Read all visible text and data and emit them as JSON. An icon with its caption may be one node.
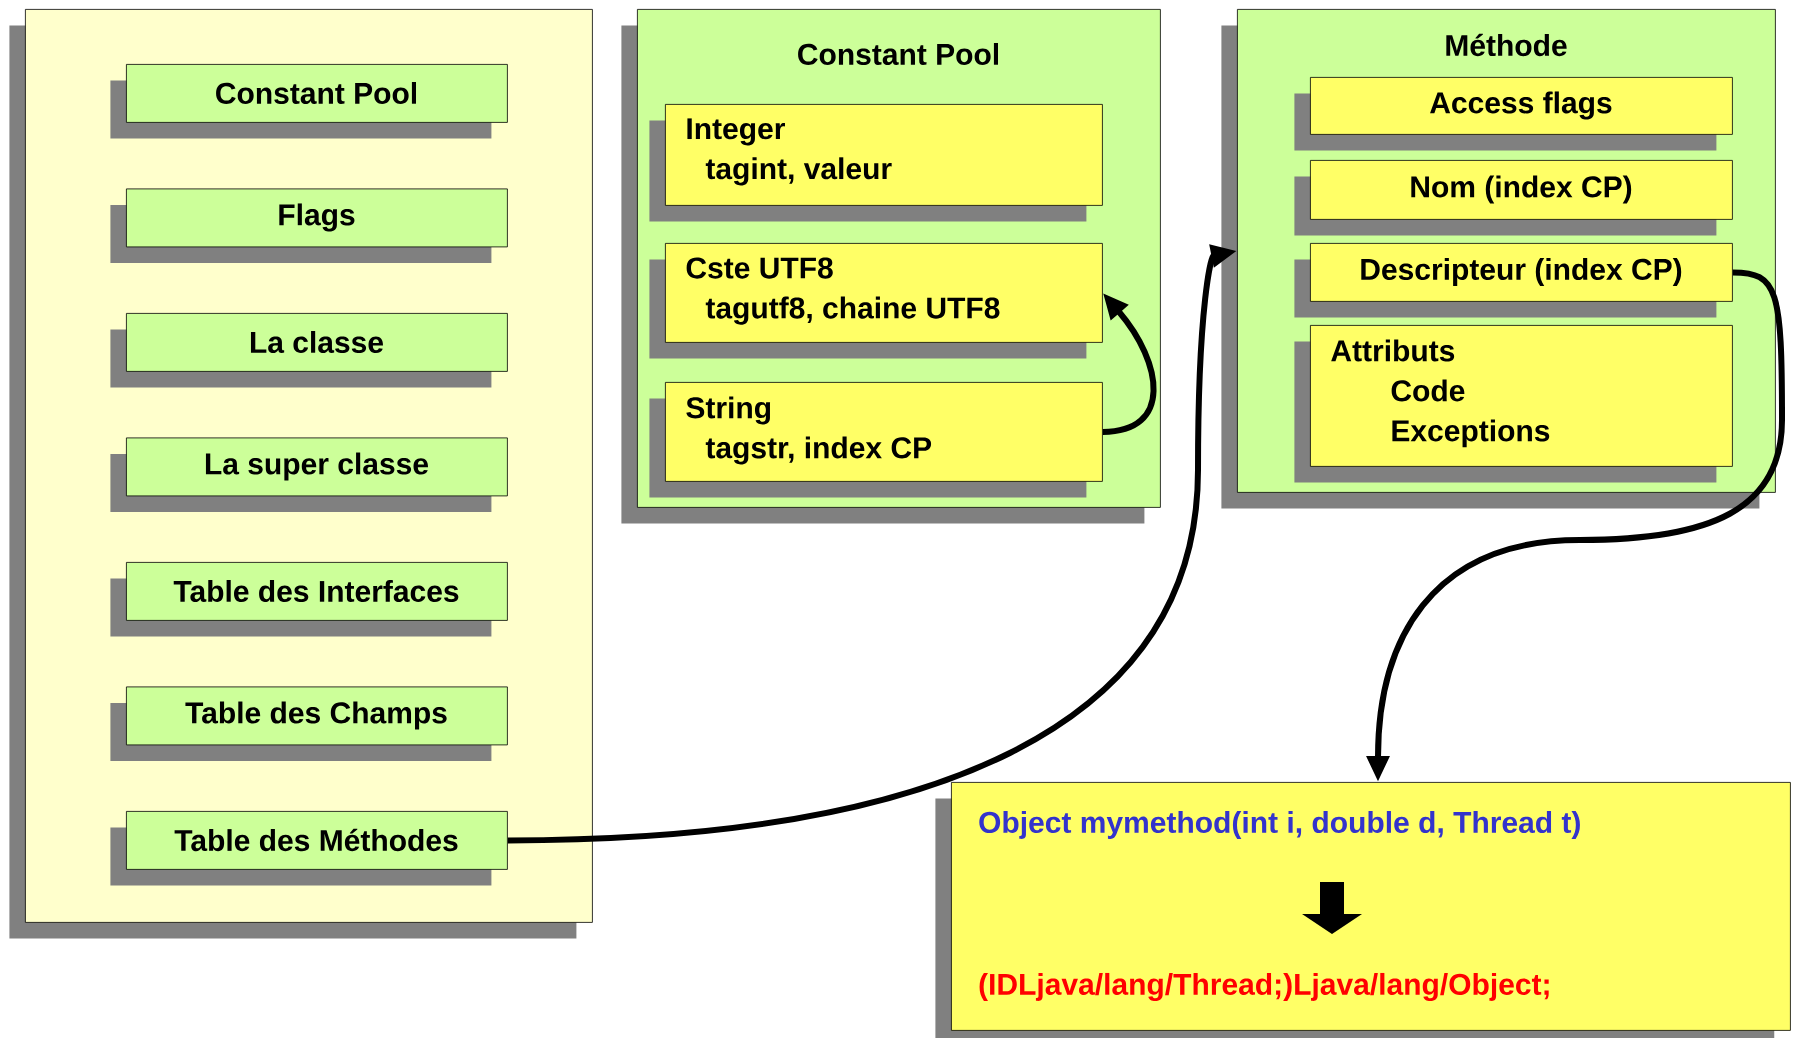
{
  "diagram": {
    "nodes": [
      {
        "text": [],
        "shape": "box"
      },
      {
        "text": [
          "Constant Pool"
        ],
        "in": 0
      },
      {
        "text": [
          "Flags"
        ],
        "in": 0
      },
      {
        "text": [
          "La classe"
        ],
        "in": 0
      },
      {
        "text": [
          "La super classe"
        ],
        "in": 0
      },
      {
        "text": [
          "Table des Interfaces"
        ],
        "in": 0
      },
      {
        "text": [
          "Table des Champs"
        ],
        "in": 0
      },
      {
        "text": [
          "Table des Méthodes"
        ],
        "in": 0
      },
      {
        "text": [
          "Constant Pool"
        ]
      },
      {
        "text": [
          "Integer",
          "tagint, valeur"
        ],
        "in": 8
      },
      {
        "text": [
          "Cste UTF8",
          "tagutf8, chaine UTF8"
        ],
        "in": 8
      },
      {
        "text": [
          "String",
          "tagstr, index CP"
        ],
        "in": 8
      },
      {
        "text": [
          "Méthode"
        ]
      },
      {
        "text": [
          "Access flags"
        ],
        "in": 12
      },
      {
        "text": [
          "Nom (index CP)"
        ],
        "in": 12
      },
      {
        "text": [
          "Descripteur (index CP)"
        ],
        "in": 12
      },
      {
        "text": [
          "Attributs",
          "Code",
          "Exceptions"
        ],
        "in": 12
      },
      {
        "text": [
          "Object mymethod(int i, double d, Thread t)",
          "(IDLjava/lang/Thread;)Ljava/lang/Object;"
        ]
      }
    ],
    "edges": [
      {
        "from": 7,
        "to": 12,
        "arrow": "to"
      },
      {
        "from": 11,
        "to": 10,
        "arrow": "to"
      },
      {
        "from": 15,
        "to": 17,
        "arrow": "to"
      }
    ]
  }
}
